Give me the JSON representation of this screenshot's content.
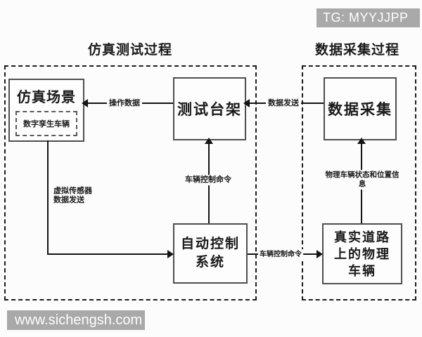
{
  "watermarks": {
    "top": "TG: MYYJJPP",
    "bottom": "www.sichengsh.com"
  },
  "titles": {
    "left": "仿真测试过程",
    "right": "数据采集过程"
  },
  "nodes": {
    "sim_scene": {
      "label": "仿真场景"
    },
    "digital_twin": {
      "label": "数字孪生车辆"
    },
    "test_bench": {
      "label": "测试台架"
    },
    "data_collection": {
      "label": "数据采集"
    },
    "auto_control": {
      "lines": [
        "自动控制",
        "系统"
      ]
    },
    "real_vehicle": {
      "lines": [
        "真实道路",
        "上的物理",
        "车辆"
      ]
    }
  },
  "edges": {
    "operation_data": {
      "label": "操作数据",
      "from": "test_bench",
      "to": "sim_scene"
    },
    "data_send": {
      "label": "数据发送",
      "from": "data_collection",
      "to": "test_bench"
    },
    "control_cmd_up": {
      "label": "车辆控制命令",
      "from": "auto_control",
      "to": "test_bench"
    },
    "virtual_sensor": {
      "lines": [
        "虚拟传感器",
        "数据发送"
      ],
      "from": "sim_scene",
      "to": "auto_control"
    },
    "control_cmd_right": {
      "label": "车辆控制命令",
      "from": "auto_control",
      "to": "real_vehicle"
    },
    "physical_state": {
      "label": "物理车辆状态和位置信息",
      "from": "real_vehicle",
      "to": "data_collection"
    }
  },
  "colors": {
    "background": "#fcfcfc",
    "watermark_bg": "#a9a9a9",
    "watermark_text": "#ffffff",
    "line": "#141414",
    "box_border": "#4f4f4f",
    "dashed_border": "#1b1b1b"
  }
}
